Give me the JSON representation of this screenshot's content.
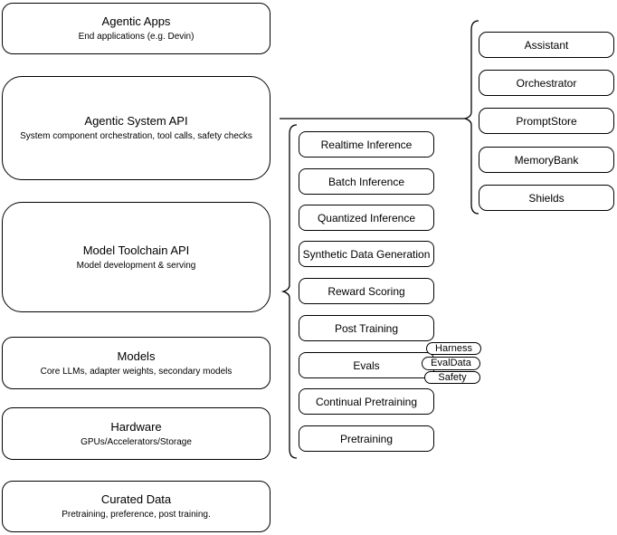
{
  "left_stack": [
    {
      "title": "Agentic Apps",
      "subtitle": "End applications (e.g. Devin)"
    },
    {
      "title": "Agentic System API",
      "subtitle": "System component orchestration, tool calls, safety checks"
    },
    {
      "title": "Model Toolchain API",
      "subtitle": "Model development & serving"
    },
    {
      "title": "Models",
      "subtitle": "Core LLMs, adapter weights, secondary models"
    },
    {
      "title": "Hardware",
      "subtitle": "GPUs/Accelerators/Storage"
    },
    {
      "title": "Curated Data",
      "subtitle": "Pretraining, preference, post training."
    }
  ],
  "toolchain_items": [
    "Realtime Inference",
    "Batch Inference",
    "Quantized Inference",
    "Synthetic Data Generation",
    "Reward Scoring",
    "Post Training",
    "Evals",
    "Continual Pretraining",
    "Pretraining"
  ],
  "evals_tags": [
    "Harness",
    "EvalData",
    "Safety"
  ],
  "system_components": [
    "Assistant",
    "Orchestrator",
    "PromptStore",
    "MemoryBank",
    "Shields"
  ],
  "colors": {
    "stroke": "#000000",
    "fill": "#ffffff",
    "text": "#000000"
  }
}
